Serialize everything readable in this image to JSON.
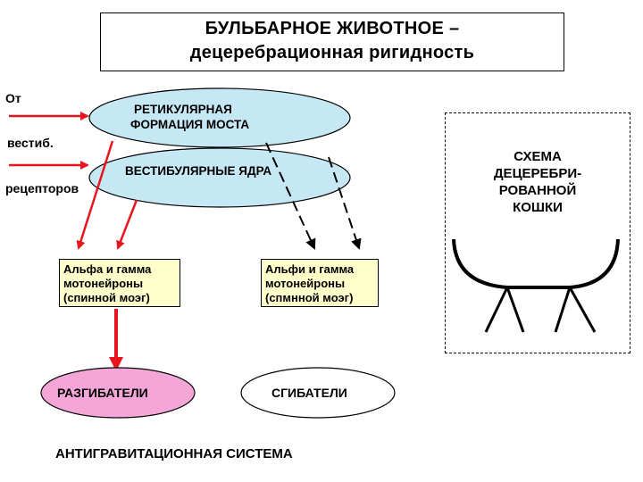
{
  "title": {
    "line1": "БУЛЬБАРНОЕ ЖИВОТНОЕ –",
    "line2": "децеребрационная ригидность"
  },
  "side_labels": {
    "from": "От",
    "vestib": "вестиб.",
    "receptors": "рецепторов"
  },
  "nodes": {
    "reticular": {
      "line1": "РЕТИКУЛЯРНАЯ",
      "line2": "ФОРМАЦИЯ МОСТА"
    },
    "vestibular": "ВЕСТИБУЛЯРНЫЕ ЯДРА",
    "motoneurons_left": [
      "Альфа и гамма",
      "мотонейроны",
      "(спинной моэг)"
    ],
    "motoneurons_right": [
      "Альфи и гамма",
      "мотонейроны",
      "(спмнной моэг)"
    ],
    "extensors": "РАЗГИБАТЕЛИ",
    "flexors": "СГИБАТЕЛИ"
  },
  "cat_scheme": {
    "lines": [
      "СХЕМА",
      "ДЕЦЕРЕБРИ-",
      "РОВАННОЙ",
      "КОШКИ"
    ]
  },
  "bottom_label": "АНТИГРАВИТАЦИОННАЯ СИСТЕМА",
  "colors": {
    "ellipse_fill": "#c6e8f4",
    "box_fill": "#ffffcc",
    "extensors_fill": "#f4a6d8",
    "arrow_red": "#e8141e"
  }
}
